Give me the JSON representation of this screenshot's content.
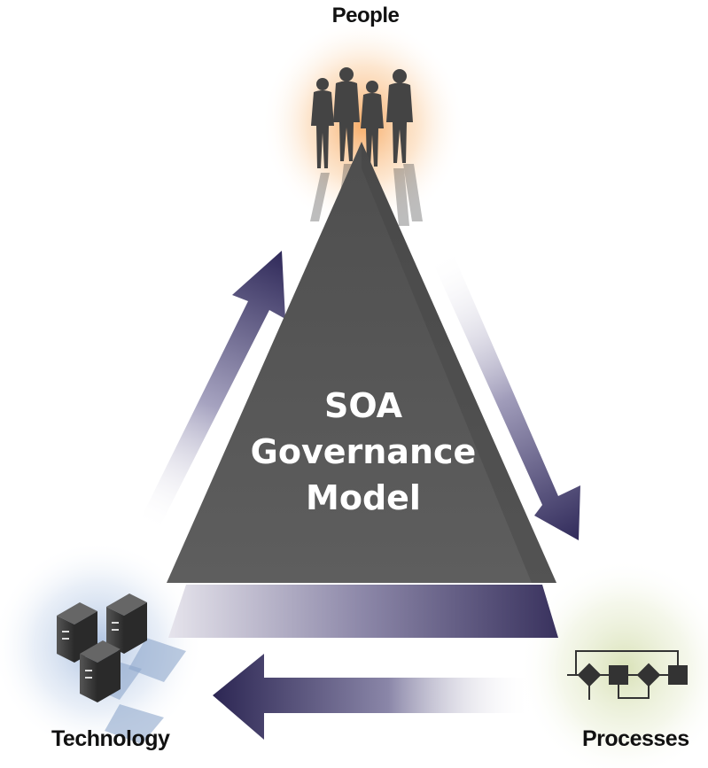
{
  "center": {
    "line1": "SOA",
    "line2": "Governance",
    "line3": "Model"
  },
  "nodes": {
    "people": "People",
    "technology": "Technology",
    "processes": "Processes"
  },
  "colors": {
    "triangle": "#5a5a5a",
    "arrow": "#3a3460",
    "people_glow": "#f7a860",
    "technology_glow": "#a8bedf",
    "processes_glow": "#d7e0b4"
  },
  "icons": [
    "people-silhouettes-icon",
    "server-towers-icon",
    "process-flowchart-icon"
  ]
}
